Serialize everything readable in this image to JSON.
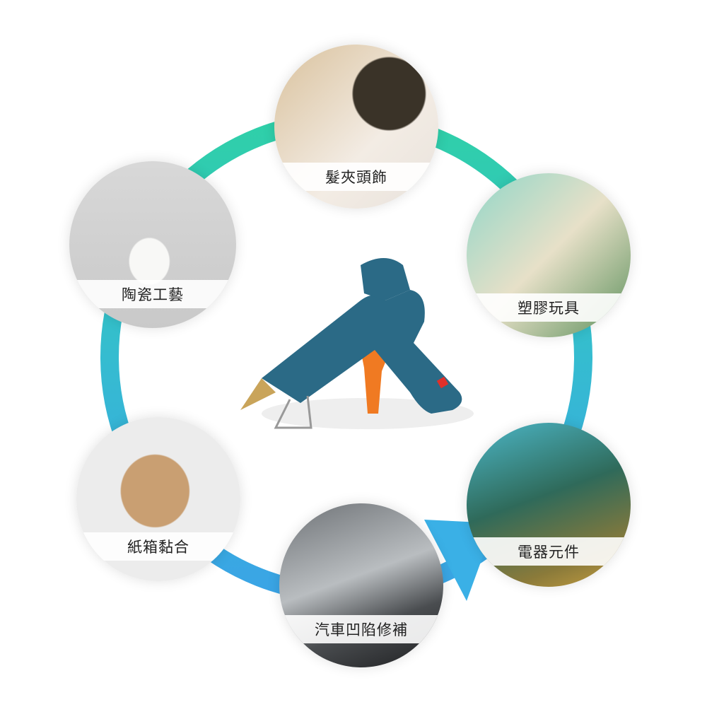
{
  "applications": [
    {
      "id": "hairpin",
      "label": "髮夾頭飾"
    },
    {
      "id": "ceramics",
      "label": "陶瓷工藝"
    },
    {
      "id": "plastic-toys",
      "label": "塑膠玩具"
    },
    {
      "id": "carton",
      "label": "紙箱黏合"
    },
    {
      "id": "electronics",
      "label": "電器元件"
    },
    {
      "id": "car-dent",
      "label": "汽車凹陷修補"
    }
  ],
  "colors": {
    "ring_start": "#2fd6a0",
    "ring_end": "#3aa8e8",
    "gun_body": "#2b6a86",
    "gun_trigger": "#f07a22",
    "switch": "#e0302a",
    "nozzle": "#c9a45a"
  }
}
